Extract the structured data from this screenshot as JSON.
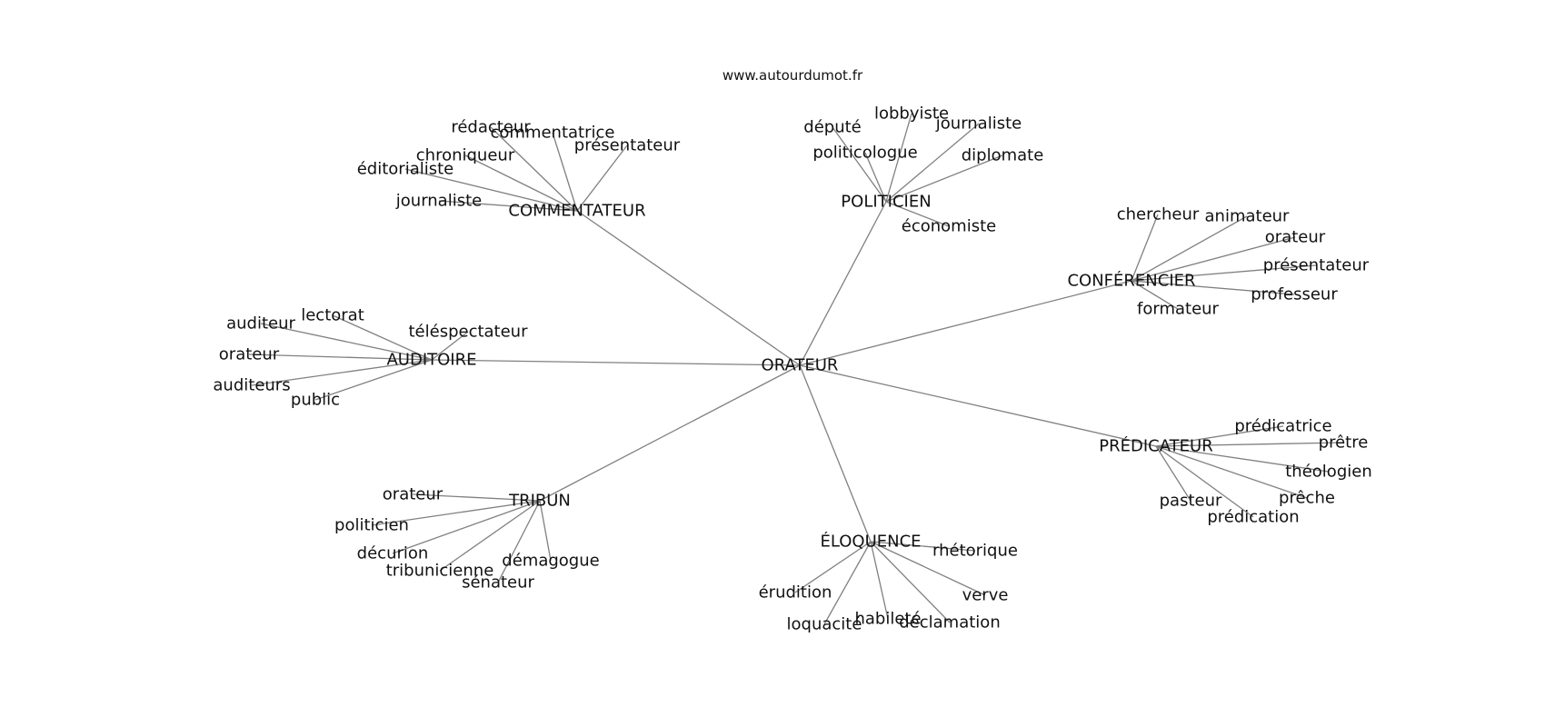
{
  "site": "www.autourdumot.fr",
  "center": "ORATEUR",
  "clusters": [
    {
      "hub": "COMMENTATEUR",
      "words": [
        "rédacteur",
        "commentatrice",
        "présentateur",
        "chroniqueur",
        "éditorialiste",
        "journaliste"
      ]
    },
    {
      "hub": "POLITICIEN",
      "words": [
        "député",
        "lobbyiste",
        "journaliste",
        "politicologue",
        "diplomate",
        "économiste"
      ]
    },
    {
      "hub": "CONFÉRENCIER",
      "words": [
        "chercheur",
        "animateur",
        "orateur",
        "présentateur",
        "professeur",
        "formateur"
      ]
    },
    {
      "hub": "AUDITOIRE",
      "words": [
        "lectorat",
        "auditeur",
        "téléspectateur",
        "orateur",
        "auditeurs",
        "public"
      ]
    },
    {
      "hub": "PRÉDICATEUR",
      "words": [
        "prédicatrice",
        "prêtre",
        "théologien",
        "prêche",
        "pasteur",
        "prédication"
      ]
    },
    {
      "hub": "TRIBUN",
      "words": [
        "orateur",
        "politicien",
        "décurion",
        "démagogue",
        "tribunicienne",
        "sénateur"
      ]
    },
    {
      "hub": "ÉLOQUENCE",
      "words": [
        "rhétorique",
        "érudition",
        "verve",
        "habileté",
        "loquacité",
        "déclamation"
      ]
    }
  ]
}
